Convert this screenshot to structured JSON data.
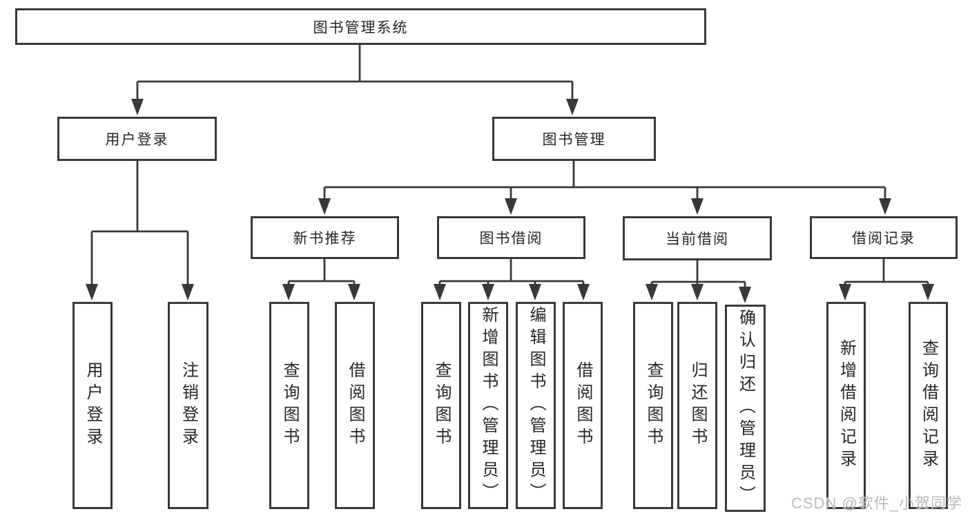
{
  "diagram": {
    "root": "图书管理系统",
    "user_login": {
      "label": "用户登录",
      "children": [
        "用户登录",
        "注销登录"
      ]
    },
    "book_mgmt": {
      "label": "图书管理",
      "sections": [
        {
          "label": "新书推荐",
          "children": [
            "查询图书",
            "借阅图书"
          ]
        },
        {
          "label": "图书借阅",
          "children": [
            "查询图书",
            "新增图书（管理员）",
            "编辑图书（管理员）",
            "借阅图书"
          ]
        },
        {
          "label": "当前借阅",
          "children": [
            "查询图书",
            "归还图书",
            "确认归还（管理员）"
          ]
        },
        {
          "label": "借阅记录",
          "children": [
            "新增借阅记录",
            "查询借阅记录"
          ]
        }
      ]
    }
  },
  "watermark": "CSDN @软件_小贺同学",
  "colors": {
    "line": "#383838",
    "text": "#262626",
    "background": "#ffffff",
    "watermark": "#b9b9b9"
  }
}
